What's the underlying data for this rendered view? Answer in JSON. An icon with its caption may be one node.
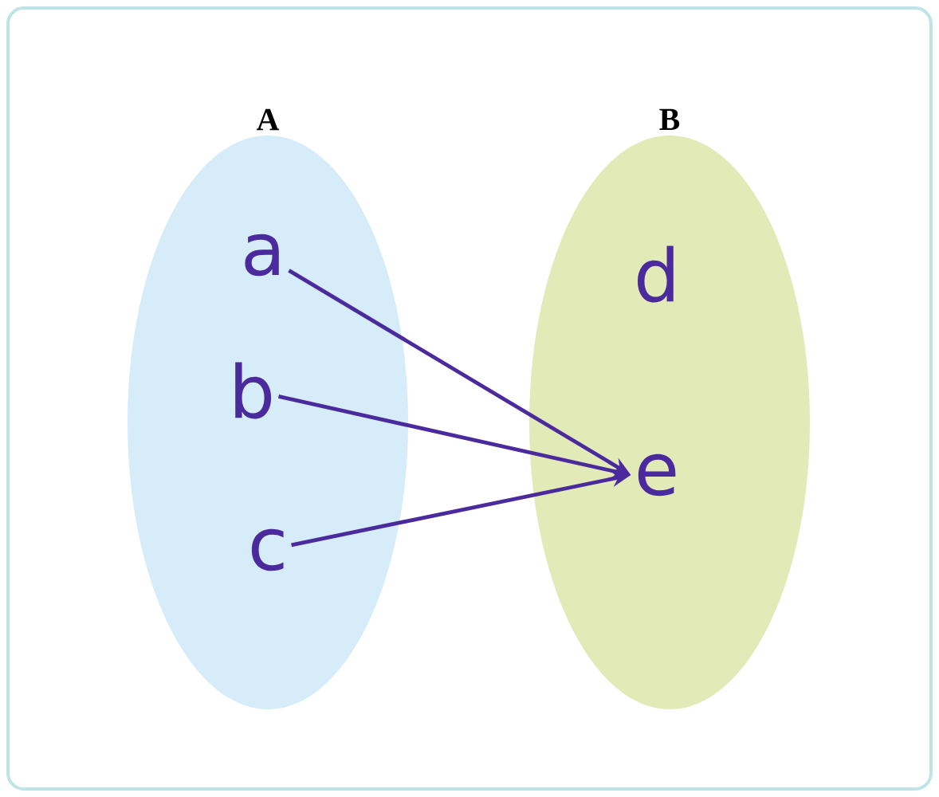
{
  "diagram": {
    "nodes": [
      {
        "text": [
          "A"
        ]
      },
      {
        "text": [
          "B"
        ]
      },
      {
        "text": [
          "a"
        ],
        "in": 0
      },
      {
        "text": [
          "b"
        ],
        "in": 0
      },
      {
        "text": [
          "c"
        ],
        "in": 0
      },
      {
        "text": [
          "d"
        ],
        "in": 1
      },
      {
        "text": [
          "e"
        ],
        "in": 1
      }
    ],
    "edges": [
      {
        "from": 2,
        "to": 6,
        "arrow": "to"
      },
      {
        "from": 3,
        "to": 6,
        "arrow": "to"
      },
      {
        "from": 4,
        "to": 6,
        "arrow": "to"
      }
    ]
  }
}
